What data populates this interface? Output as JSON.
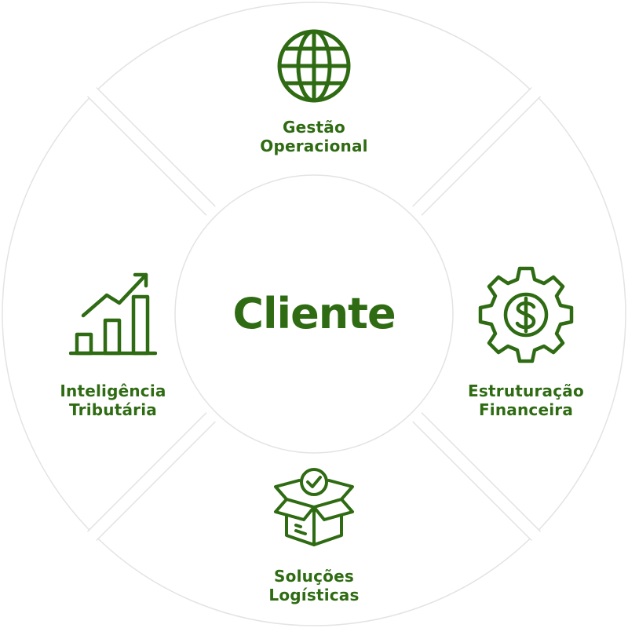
{
  "center": {
    "label": "Cliente"
  },
  "segments": [
    {
      "id": "top",
      "line1": "Gestão",
      "line2": "Operacional",
      "icon": "globe-icon"
    },
    {
      "id": "right",
      "line1": "Estruturação",
      "line2": "Financeira",
      "icon": "gear-dollar-icon"
    },
    {
      "id": "bottom",
      "line1": "Soluções",
      "line2": "Logísticas",
      "icon": "open-box-check-icon"
    },
    {
      "id": "left",
      "line1": "Inteligência",
      "line2": "Tributária",
      "icon": "growth-chart-icon"
    }
  ],
  "colors": {
    "accent": "#2e6b12",
    "ring_border": "#e3e3e3",
    "background": "#ffffff"
  }
}
